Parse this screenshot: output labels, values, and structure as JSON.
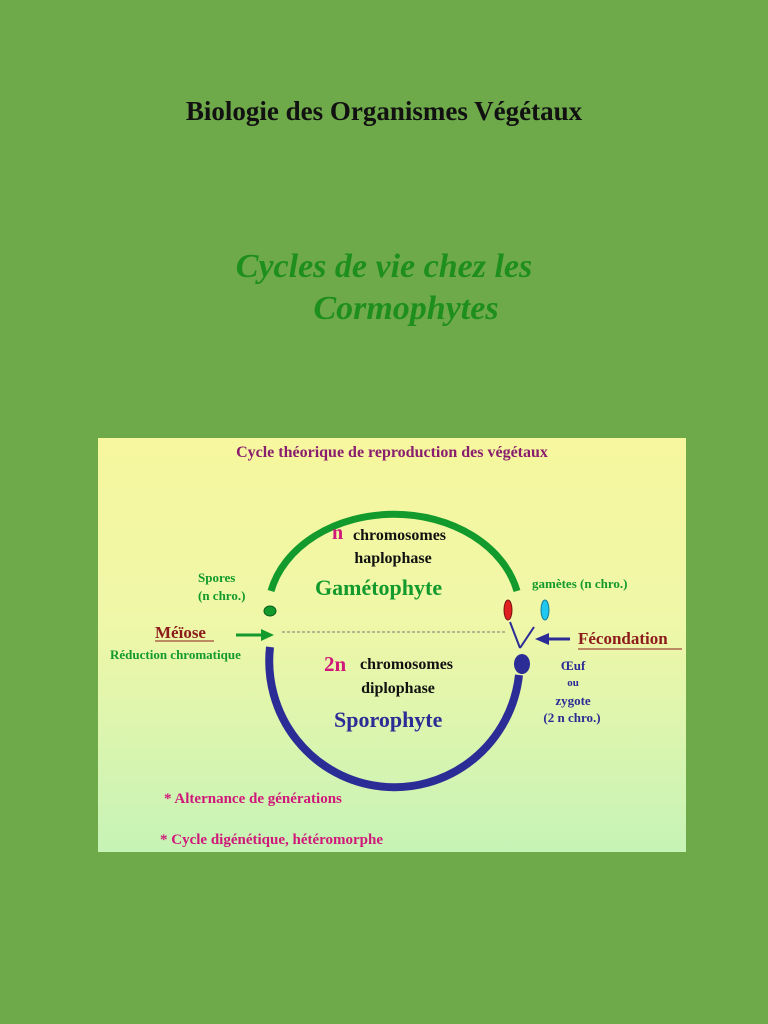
{
  "page": {
    "title": "Biologie des Organismes Végétaux",
    "subtitle_line1": "Cycles de vie chez les",
    "subtitle_line2": "Cormophytes"
  },
  "diagram": {
    "title": "Cycle théorique de reproduction des végétaux",
    "top": {
      "n": "n",
      "chromosomes": "chromosomes",
      "phase": "haplophase",
      "name": "Gamétophyte"
    },
    "bottom": {
      "n": "2n",
      "chromosomes": "chromosomes",
      "phase": "diplophase",
      "name": "Sporophyte"
    },
    "spores": {
      "line1": "Spores",
      "line2": "(n chro.)"
    },
    "meiose": {
      "label": "Méïose",
      "desc": "Réduction chromatique"
    },
    "gametes": "gamètes (n chro.)",
    "fecondation": "Fécondation",
    "oeuf": {
      "line1": "Œuf",
      "line2": "ou",
      "line3": "zygote",
      "line4": "(2 n chro.)"
    },
    "notes": [
      "* Alternance de générations",
      "* Cycle digénétique, hétéromorphe"
    ]
  },
  "colors": {
    "background": "#6FAA4A",
    "haplo_arc": "#129A2C",
    "diplo_arc": "#2C2C96",
    "title_purple": "#8A1E6E",
    "magenta": "#D0187A",
    "dark_red": "#8C1C1C",
    "navy": "#2C2C96"
  }
}
